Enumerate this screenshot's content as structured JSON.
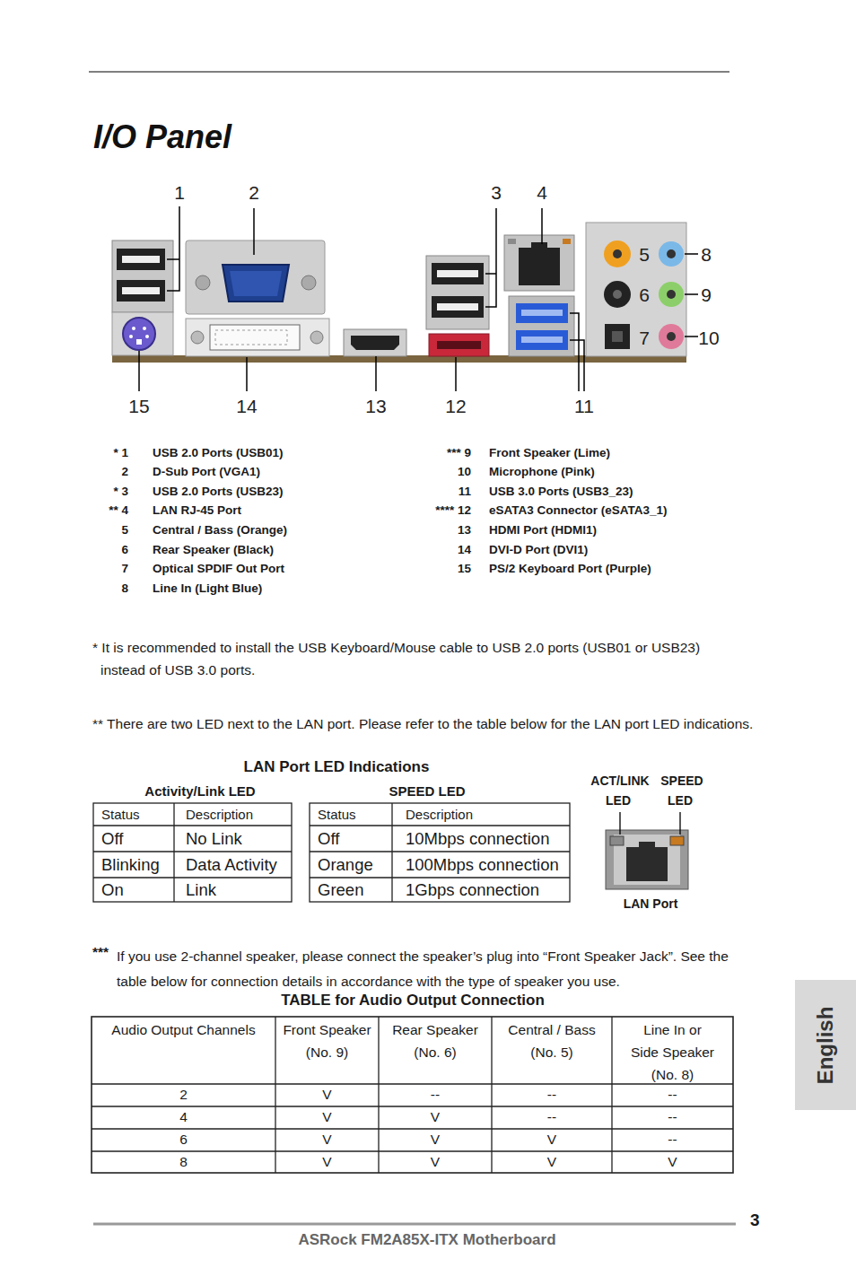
{
  "diagram": {
    "title": "I/O Panel",
    "nodes": [
      {
        "text": [
          "English"
        ]
      }
    ],
    "labels": [
      "1",
      "2",
      "3",
      "4",
      "5",
      "8",
      "6",
      "9",
      "7",
      "10",
      "15",
      "14",
      "13",
      "12",
      "11",
      "* 1",
      "USB 2.0 Ports (USB01)",
      "2",
      "D-Sub Port (VGA1)",
      "* 3",
      "USB 2.0 Ports (USB23)",
      "** 4",
      "LAN RJ-45 Port",
      "5",
      "Central / Bass (Orange)",
      "6",
      "Rear Speaker (Black)",
      "7",
      "Optical SPDIF Out Port",
      "8",
      "Line In (Light Blue)",
      "*** 9",
      "Front Speaker (Lime)",
      "10",
      "Microphone (Pink)",
      "11",
      "USB 3.0 Ports (USB3_23)",
      "**** 12",
      "eSATA3 Connector (eSATA3_1)",
      "13",
      "HDMI Port (HDMI1)",
      "14",
      "DVI-D Port (DVI1)",
      "15",
      "PS/2 Keyboard Port (Purple)",
      "* It is recommended to install the USB Keyboard/Mouse cable to USB 2.0 ports (USB01 or USB23) instead of USB 3.0 ports.",
      "** There are two LED next to the LAN port. Please refer to the table below for the LAN port LED indications.",
      "LAN Port LED Indications",
      "Activity/Link LED",
      "SPEED LED",
      "Status",
      "Description",
      "Off",
      "No Link",
      "Blinking",
      "Data Activity",
      "On",
      "Link",
      "Status",
      "Description",
      "Off",
      "10Mbps connection",
      "Orange",
      "100Mbps connection",
      "Green",
      "1Gbps connection",
      "ACT/LINK",
      "SPEED",
      "LED",
      "LED",
      "LAN Port",
      "***",
      "If you use 2-channel speaker, please connect the speaker’s plug into “Front Speaker Jack”. See the table below for connection details in accordance with the type of speaker you use.",
      "TABLE for Audio Output Connection",
      "Audio Output Channels",
      "Front Speaker (No. 9)",
      "Rear Speaker (No. 6)",
      "Central / Bass (No. 5)",
      "Line In or Side Speaker (No. 8)",
      "2",
      "V",
      "--",
      "--",
      "--",
      "4",
      "V",
      "V",
      "--",
      "--",
      "6",
      "V",
      "V",
      "V",
      "--",
      "8",
      "V",
      "V",
      "V",
      "V",
      "3",
      "ASRock FM2A85X-ITX Motherboard"
    ]
  }
}
